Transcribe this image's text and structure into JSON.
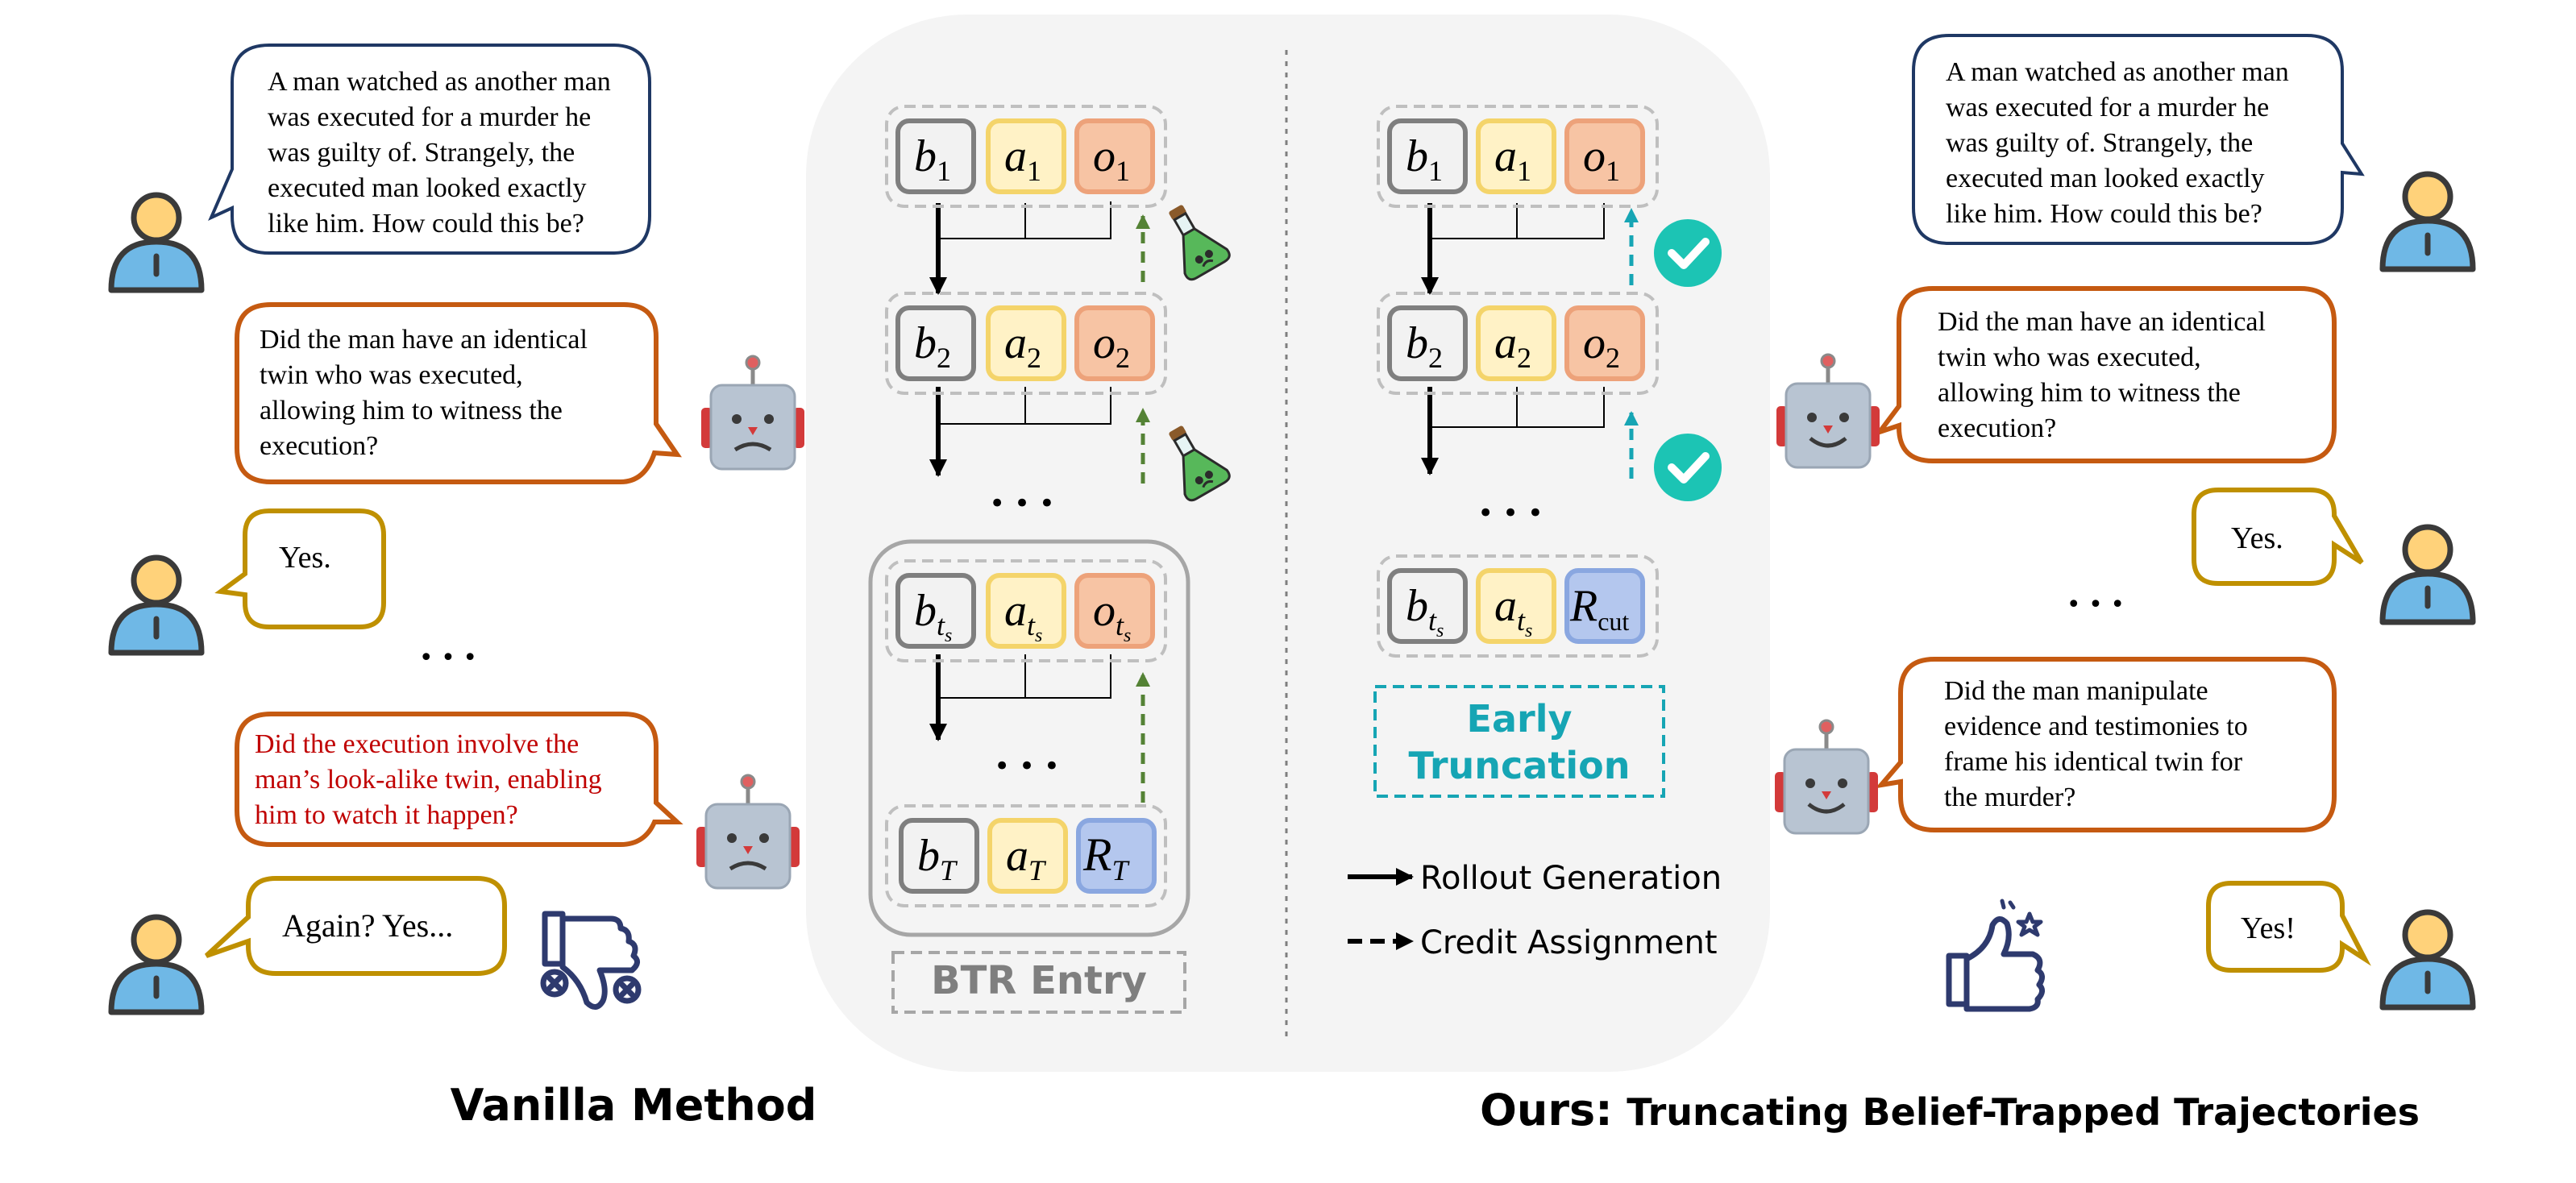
{
  "vanilla": {
    "title": "Vanilla Method",
    "puzzle": [
      "A man watched as another man",
      "was executed for a murder he",
      "was guilty of. Strangely, the",
      "executed man looked exactly",
      "like him. How could this be?"
    ],
    "q1": [
      "Did the man have an identical",
      "twin who was executed,",
      "allowing him to witness the",
      "execution?"
    ],
    "a1": "Yes.",
    "q2": [
      "Did the execution involve the",
      "man’s look-alike twin, enabling",
      "him to watch it happen?"
    ],
    "a2": "Again? Yes...",
    "thumb_icon": "thumbs-down-icon"
  },
  "ours": {
    "title_prefix": "Ours:",
    "title_rest": "Truncating Belief-Trapped Trajectories",
    "puzzle": [
      "A man watched as another man",
      "was executed for a murder he",
      "was guilty of. Strangely, the",
      "executed man looked exactly",
      "like him. How could this be?"
    ],
    "q1": [
      "Did the man have an identical",
      "twin who was executed,",
      "allowing him to witness the",
      "execution?"
    ],
    "a1": "Yes.",
    "q2": [
      "Did the man manipulate",
      "evidence and testimonies to",
      "frame his identical twin for",
      "the murder?"
    ],
    "a2": "Yes!",
    "thumb_icon": "thumbs-up-icon"
  },
  "diagram": {
    "btr_entry": "BTR Entry",
    "early_truncation": [
      "Early",
      "Truncation"
    ],
    "legend_solid": "Rollout Generation",
    "legend_dashed": "Credit Assignment",
    "tokens": {
      "b": "b",
      "a": "a",
      "o": "o",
      "R": "R",
      "one": "1",
      "two": "2",
      "ts_t": "t",
      "ts_s": "s",
      "T": "T",
      "cut": "cut"
    },
    "ellipsis": "• • •"
  },
  "colors": {
    "b_fill": "#f2f2f2",
    "b_stroke": "#7f7f7f",
    "a_fill": "#fff2c6",
    "a_stroke": "#f4d46a",
    "o_fill": "#f7c4a4",
    "o_stroke": "#eda27a",
    "R_fill": "#b4c7ee",
    "R_stroke": "#8aa7e0",
    "green_dash": "#548235",
    "teal": "#1cc4b4",
    "teal_text": "#16a5b4",
    "user_q_border": "#c55a11",
    "user_a_border": "#bf9000",
    "puzzle_border": "#1f3864",
    "red_text": "#c00000",
    "panel_bg": "#f4f4f4"
  }
}
